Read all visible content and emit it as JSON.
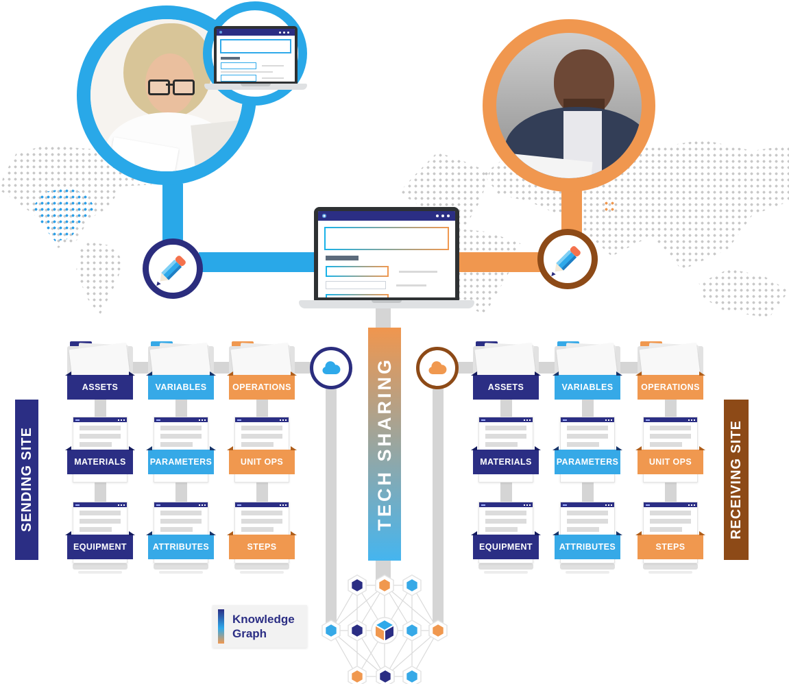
{
  "colors": {
    "navy": "#2b2e84",
    "blue": "#36a9e7",
    "orange": "#f0984f",
    "brown": "#8d4a17",
    "ring_blue": "#29a8e8",
    "ring_orange": "#f0974f",
    "pencil_ring": "#2b2d7e",
    "connector": "#d5d5d5",
    "map_dot": "#c9c9c9",
    "map_blue": "#2da0e8",
    "map_orange": "#f0984f",
    "banner_top": "#f0964e",
    "banner_bottom": "#45b5ef",
    "pencil_body": "#2ea9ea",
    "pencil_body_dark": "#1f7fc4",
    "pencil_body_light": "#7fd0f5",
    "pencil_eraser": "#f4724d",
    "label_bg": "#f2f2f2"
  },
  "left_site": {
    "label": "SENDING SITE"
  },
  "right_site": {
    "label": "RECEIVING SITE"
  },
  "center_banner": {
    "label": "TECH SHARING"
  },
  "knowledge_graph": {
    "label": "Knowledge Graph",
    "nodes": {
      "top_row": [
        "navy",
        "orange",
        "blue"
      ],
      "middle_row": [
        "blue",
        "navy",
        "cube",
        "blue",
        "orange"
      ],
      "bottom_row": [
        "orange",
        "navy",
        "blue"
      ]
    }
  },
  "sending_columns": [
    {
      "labels": [
        "ASSETS",
        "MATERIALS",
        "EQUIPMENT"
      ]
    },
    {
      "labels": [
        "VARIABLES",
        "PARAMETERS",
        "ATTRIBUTES"
      ]
    },
    {
      "labels": [
        "OPERATIONS",
        "UNIT OPS",
        "STEPS"
      ]
    }
  ],
  "receiving_columns": [
    {
      "labels": [
        "ASSETS",
        "MATERIALS",
        "EQUIPMENT"
      ]
    },
    {
      "labels": [
        "VARIABLES",
        "PARAMETERS",
        "ATTRIBUTES"
      ]
    },
    {
      "labels": [
        "OPERATIONS",
        "UNIT OPS",
        "STEPS"
      ]
    }
  ]
}
